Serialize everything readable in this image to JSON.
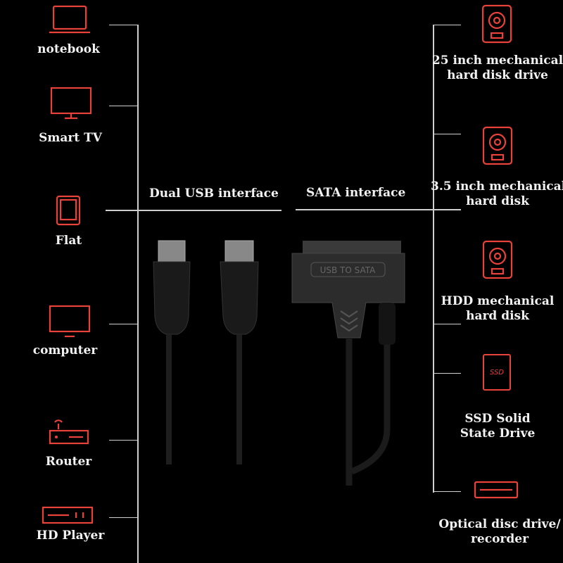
{
  "headings": {
    "usb": "Dual USB interface",
    "sata": "SATA interface"
  },
  "connector_text": "USB TO SATA",
  "left_devices": [
    {
      "label": "notebook",
      "icon": "laptop-icon"
    },
    {
      "label": "Smart TV",
      "icon": "tv-icon"
    },
    {
      "label": "Flat",
      "icon": "tablet-icon"
    },
    {
      "label": "computer",
      "icon": "monitor-icon"
    },
    {
      "label": "Router",
      "icon": "router-icon"
    },
    {
      "label": "HD Player",
      "icon": "media-player-icon"
    }
  ],
  "right_devices": [
    {
      "label1": "25 inch mechanical",
      "label2": "hard disk drive",
      "icon": "hdd-icon"
    },
    {
      "label1": "3.5 inch mechanical",
      "label2": "hard disk",
      "icon": "hdd-icon"
    },
    {
      "label1": "HDD mechanical",
      "label2": "hard disk",
      "icon": "hdd-icon"
    },
    {
      "label1": "SSD Solid",
      "label2": "State Drive",
      "icon": "ssd-icon",
      "icon_text": "SSD"
    },
    {
      "label1": "Optical disc drive/",
      "label2": "recorder",
      "icon": "optical-drive-icon"
    }
  ],
  "colors": {
    "accent": "#e8433a",
    "line": "#cfcfcf",
    "background": "#000000"
  }
}
